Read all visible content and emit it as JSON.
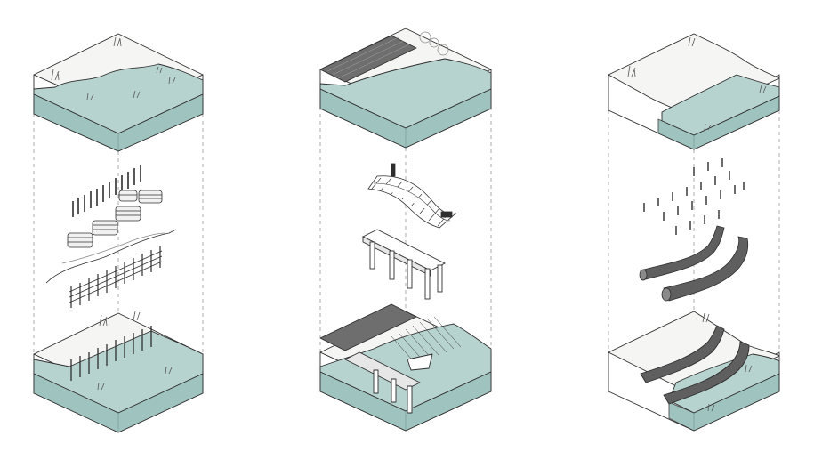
{
  "colors": {
    "water": "#b7d3d0",
    "water_dark": "#9cc2bf",
    "water_side": "#8fb9b5",
    "soil_top": "#f4f4f2",
    "soil_side": "#ffffff",
    "line": "#2e2e2e",
    "light_line": "#8a8a8a",
    "guide": "#9a9a9a",
    "deck": "#6e6e6e",
    "log": "#5f5f5f",
    "log_light": "#8a8a8a",
    "board": "#e7e7e7"
  },
  "panels": [
    {
      "id": "fence-stabilization",
      "layers": [
        "site-before",
        "stakes",
        "fascine-bundles",
        "assembled-fence",
        "site-after"
      ]
    },
    {
      "id": "boardwalk-deck",
      "layers": [
        "site-before",
        "curved-deck",
        "pier-frame",
        "site-after"
      ]
    },
    {
      "id": "log-terraces",
      "layers": [
        "site-before",
        "stakes",
        "coir-logs",
        "site-after"
      ]
    }
  ]
}
